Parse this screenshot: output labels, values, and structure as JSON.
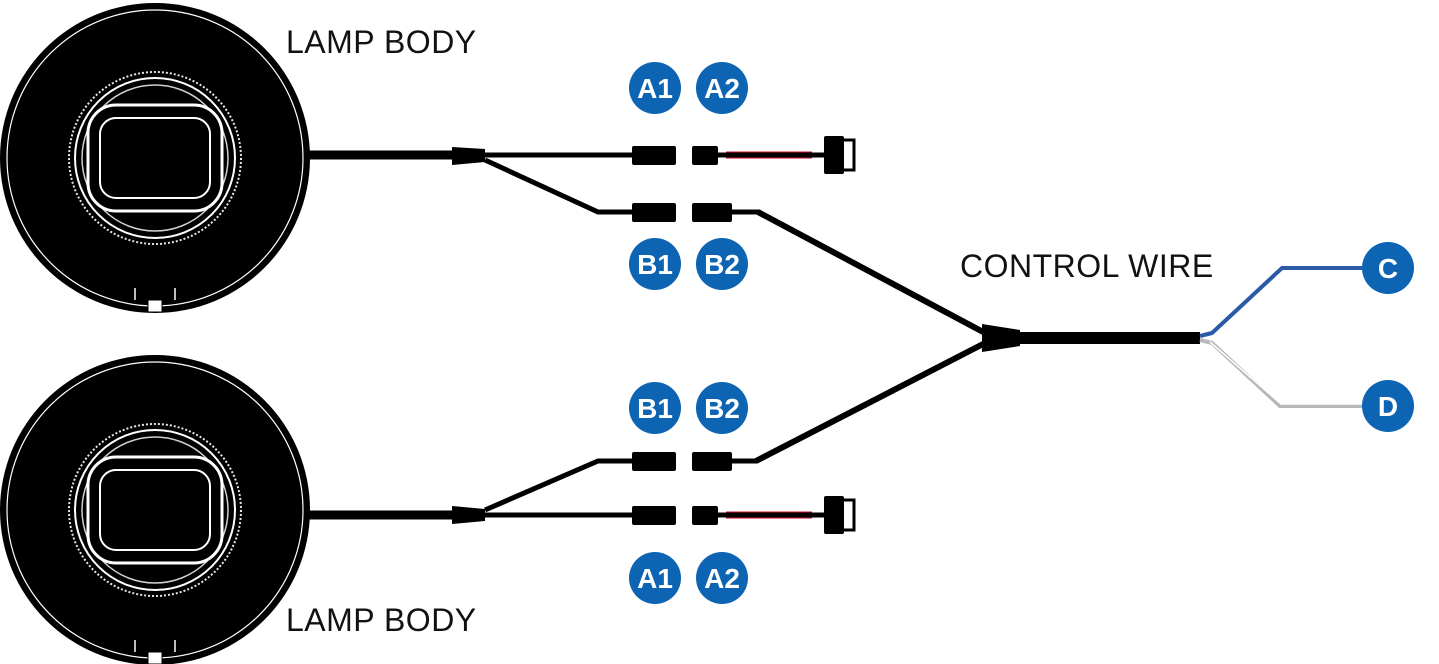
{
  "labels": {
    "lamp_body_top": "LAMP BODY",
    "lamp_body_bottom": "LAMP BODY",
    "control_wire": "CONTROL WIRE"
  },
  "badges": {
    "top_a1": "A1",
    "top_a2": "A2",
    "top_b1": "B1",
    "top_b2": "B2",
    "bottom_b1": "B1",
    "bottom_b2": "B2",
    "bottom_a1": "A1",
    "bottom_a2": "A2",
    "c": "C",
    "d": "D"
  },
  "colors": {
    "badge_fill": "#0c64b3",
    "badge_text": "#ffffff",
    "cable": "#000000",
    "wire_c": "#2b5aa6",
    "wire_d": "#b8b8b8",
    "accent_red": "#c8102e"
  }
}
